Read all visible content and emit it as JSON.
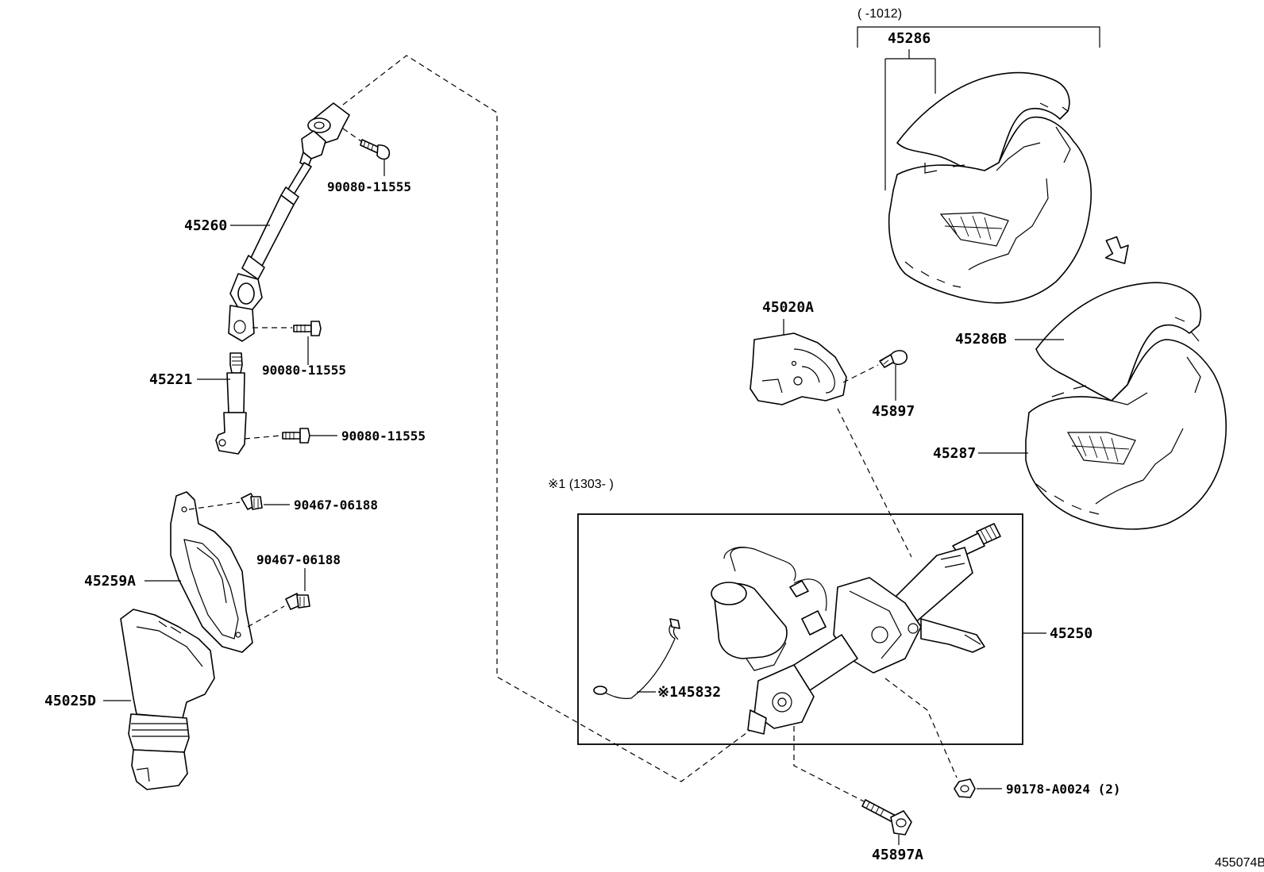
{
  "labels": {
    "col_range_top": "(    -1012)",
    "cover_upper": "45286",
    "cover_upper_b": "45286B",
    "cover_lower": "45287",
    "intermediate_shaft": "45260",
    "bolt_top": "90080-11555",
    "bolt_mid": "90080-11555",
    "bolt_low": "90080-11555",
    "shaft_lower": "45221",
    "clip_a": "90467-06188",
    "clip_b": "90467-06188",
    "cover_plate": "45259A",
    "boot": "45025D",
    "lock_bracket": "45020A",
    "lock_bolt": "45897",
    "col_range_bottom": "※1 (1303-     )",
    "column_assy": "45250",
    "wire_harness": "※145832",
    "nut": "90178-A0024 (2)",
    "bolt_bottom": "45897A",
    "diagram_id": "455074B"
  }
}
